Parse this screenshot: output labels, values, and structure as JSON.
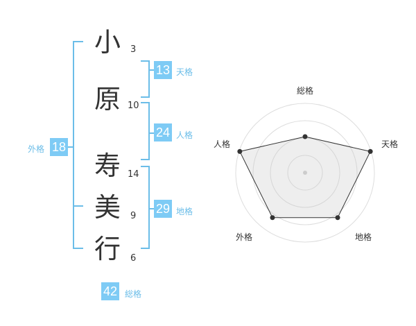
{
  "name_chars": [
    {
      "char": "小",
      "strokes": "3"
    },
    {
      "char": "原",
      "strokes": "10"
    },
    {
      "char": "寿",
      "strokes": "14"
    },
    {
      "char": "美",
      "strokes": "9"
    },
    {
      "char": "行",
      "strokes": "6"
    }
  ],
  "kakusu": {
    "tenkaku": {
      "value": "13",
      "label": "天格"
    },
    "jinkaku": {
      "value": "24",
      "label": "人格"
    },
    "chikaku": {
      "value": "29",
      "label": "地格"
    },
    "gaikaku": {
      "value": "18",
      "label": "外格"
    },
    "soukaku": {
      "value": "42",
      "label": "総格"
    }
  },
  "colors": {
    "accent": "#7ecbf5",
    "bracket": "#6bbde8",
    "text": "#333333"
  },
  "chart_data": {
    "type": "radar",
    "axes": [
      "総格",
      "天格",
      "地格",
      "外格",
      "人格"
    ],
    "values": [
      0.52,
      0.99,
      0.8,
      0.8,
      0.99
    ],
    "range": [
      0,
      1
    ],
    "rings": 4
  }
}
